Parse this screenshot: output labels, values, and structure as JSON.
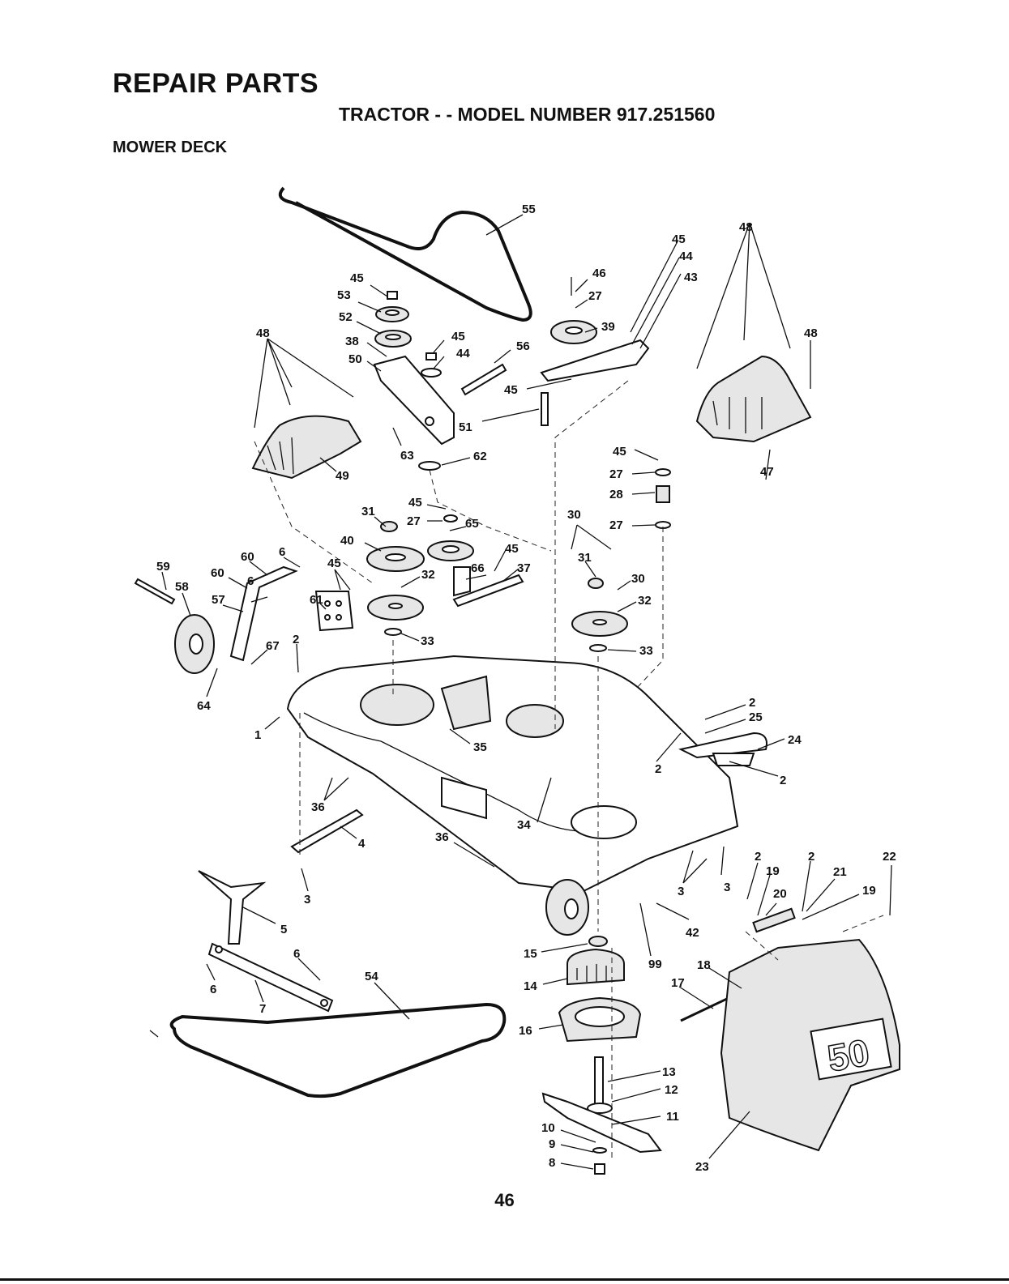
{
  "header": {
    "title": "REPAIR PARTS",
    "subtitle": "TRACTOR - - MODEL NUMBER 917.251560",
    "section": "MOWER DECK"
  },
  "page_number": "46",
  "decal_text": "50",
  "callouts": {
    "c55": "55",
    "c45a": "45",
    "c53": "53",
    "c52": "52",
    "c38": "38",
    "c50": "50",
    "c45b": "45",
    "c44a": "44",
    "c56": "56",
    "c45c": "45",
    "c51": "51",
    "c63": "63",
    "c62": "62",
    "c46": "46",
    "c27a": "27",
    "c39": "39",
    "c45d": "45",
    "c44b": "44",
    "c43": "43",
    "c48a": "48",
    "c48b": "48",
    "c48c": "48",
    "c49": "49",
    "c47": "47",
    "c45e": "45",
    "c27b": "27",
    "c28": "28",
    "c27c": "27",
    "c31a": "31",
    "c40": "40",
    "c45f": "45",
    "c27d": "27",
    "c65": "65",
    "c45g": "45",
    "c66": "66",
    "c37": "37",
    "c32a": "32",
    "c33a": "33",
    "c30a": "30",
    "c31b": "31",
    "c30b": "30",
    "c32b": "32",
    "c33b": "33",
    "c59": "59",
    "c58": "58",
    "c60a": "60",
    "c60b": "60",
    "c6a": "6",
    "c6b": "6",
    "c57": "57",
    "c45h": "45",
    "c61": "61",
    "c67": "67",
    "c2a": "2",
    "c64": "64",
    "c1": "1",
    "c35": "35",
    "c2b": "2",
    "c25": "25",
    "c24": "24",
    "c2c": "2",
    "c2d": "2",
    "c36a": "36",
    "c4": "4",
    "c36b": "36",
    "c34": "34",
    "c3a": "3",
    "c3b": "3",
    "c3c": "3",
    "c42": "42",
    "c2e": "2",
    "c19a": "19",
    "c2f": "2",
    "c21": "21",
    "c22": "22",
    "c20": "20",
    "c19b": "19",
    "c5": "5",
    "c6c": "6",
    "c6d": "6",
    "c7": "7",
    "c54": "54",
    "c15": "15",
    "c99": "99",
    "c18": "18",
    "c14": "14",
    "c17": "17",
    "c16": "16",
    "c13": "13",
    "c12": "12",
    "c11": "11",
    "c10": "10",
    "c9": "9",
    "c8": "8",
    "c23": "23"
  }
}
